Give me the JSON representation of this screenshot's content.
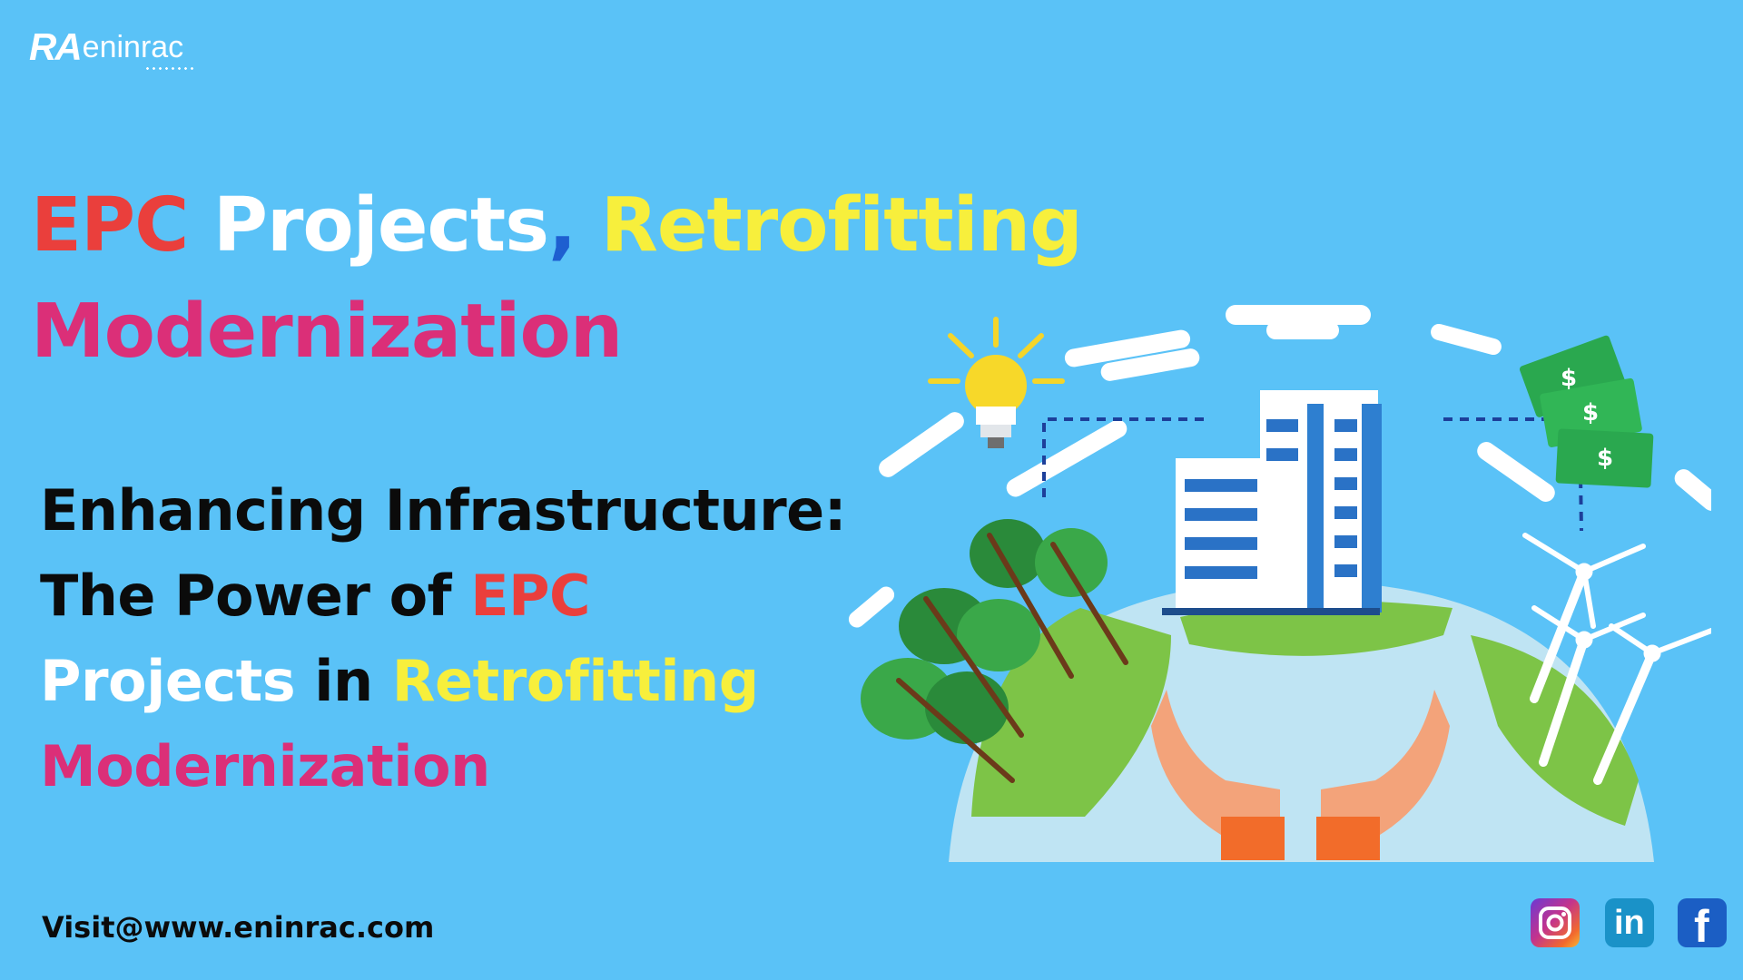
{
  "brand": {
    "mark": "RA",
    "name": "eninrac"
  },
  "headline": {
    "line1": [
      {
        "text": "EPC ",
        "color": "#ea3f3c"
      },
      {
        "text": "Projects",
        "color": "#ffffff"
      },
      {
        "text": ", ",
        "color": "#1e5fd0"
      },
      {
        "text": "Retrofitting",
        "color": "#f7ef3c"
      }
    ],
    "line2": "Modernization"
  },
  "subheadline": {
    "line1": "Enhancing Infrastructure:",
    "line2_a": "The Power of ",
    "line2_b": "EPC",
    "line3_a": "Projects",
    "line3_b": " in ",
    "line3_c": "Retrofitting",
    "line4": "Modernization"
  },
  "footer": {
    "link_text": "Visit@www.eninrac.com"
  },
  "social": {
    "instagram_icon": "instagram-icon",
    "linkedin_label": "in",
    "facebook_label": "f"
  },
  "money_symbol": "$",
  "colors": {
    "background": "#5ac2f7",
    "accent_red": "#ea3f3c",
    "accent_yellow": "#f7ef3c",
    "accent_pink": "#db2f78",
    "instagram": "#c2338e",
    "linkedin": "#1a92c8",
    "facebook": "#1b5ec4"
  }
}
